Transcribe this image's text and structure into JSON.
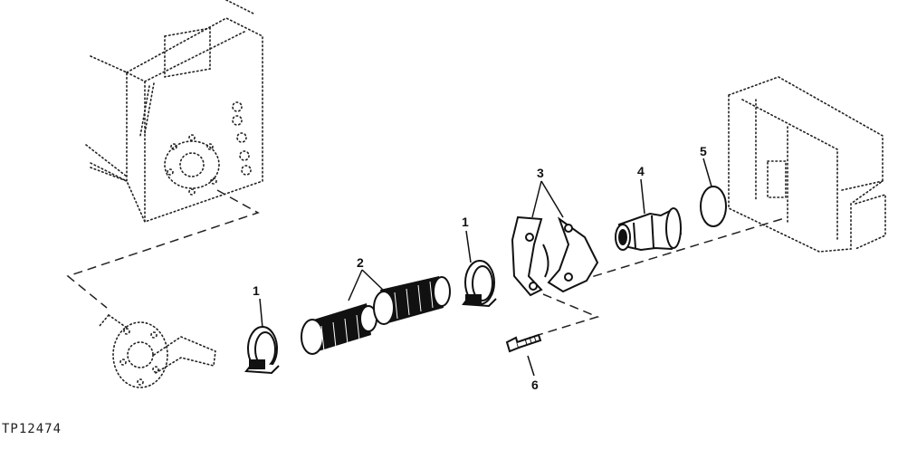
{
  "figure_id": "TP12474",
  "callouts": {
    "c1_left": "1",
    "c1_right": "1",
    "c2": "2",
    "c3": "3",
    "c4": "4",
    "c5": "5",
    "c6": "6"
  }
}
